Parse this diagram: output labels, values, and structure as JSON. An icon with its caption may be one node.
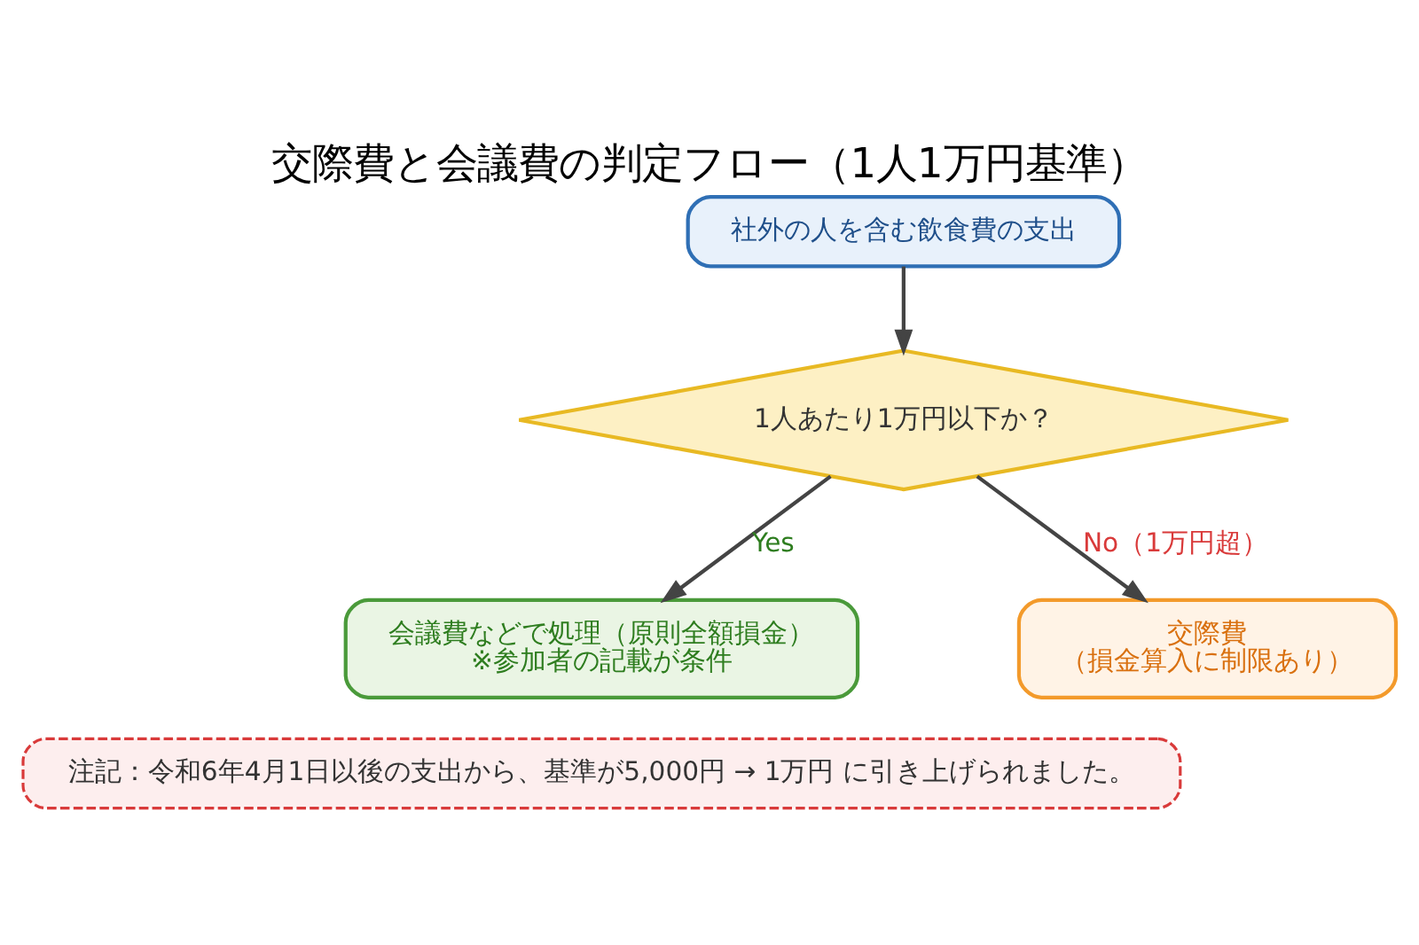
{
  "diagram": {
    "title": "交際費と会議費の判定フロー（1人1万円基準）",
    "nodes": [
      {
        "text": [
          "社外の人を含む飲食費の支出"
        ]
      },
      {
        "text": [
          "1人あたり1万円以下か？"
        ]
      },
      {
        "text": [
          "会議費などで処理（原則全額損金）",
          "※参加者の記載が条件"
        ]
      },
      {
        "text": [
          "交際費",
          "（損金算入に制限あり）"
        ]
      },
      {
        "text": [
          "注記：令和6年4月1日以後の支出から、基準が5,000円 → 1万円 に引き上げられました。"
        ]
      }
    ],
    "edges": [
      {
        "from": 0,
        "to": 1,
        "arrow": "to"
      },
      {
        "from": 1,
        "to": 2,
        "arrow": "to",
        "label": "Yes"
      },
      {
        "from": 1,
        "to": 3,
        "arrow": "to",
        "label": "No（1万円超）"
      }
    ]
  }
}
